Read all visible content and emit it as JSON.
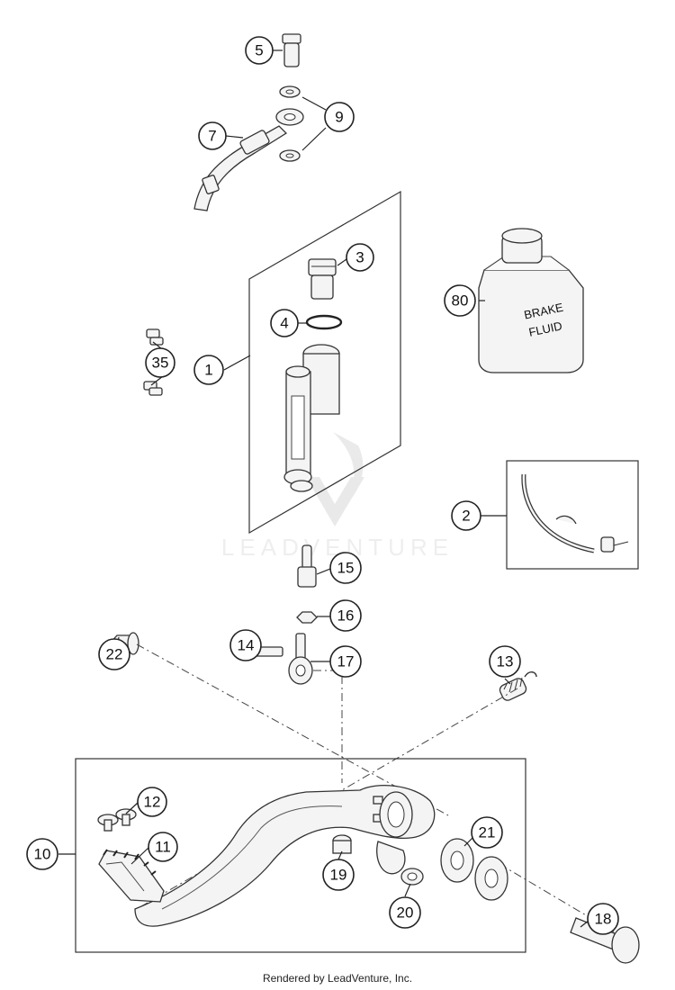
{
  "callouts": {
    "c1": "1",
    "c2": "2",
    "c3": "3",
    "c4": "4",
    "c5": "5",
    "c7": "7",
    "c9": "9",
    "c10": "10",
    "c11": "11",
    "c12": "12",
    "c13": "13",
    "c14": "14",
    "c15": "15",
    "c16": "16",
    "c17": "17",
    "c18": "18",
    "c19": "19",
    "c20": "20",
    "c21": "21",
    "c22": "22",
    "c35": "35",
    "c80": "80"
  },
  "bottle_label": {
    "line1": "BRAKE",
    "line2": "FLUID"
  },
  "watermark": "LEADVENTURE",
  "footer": "Rendered by LeadVenture, Inc."
}
